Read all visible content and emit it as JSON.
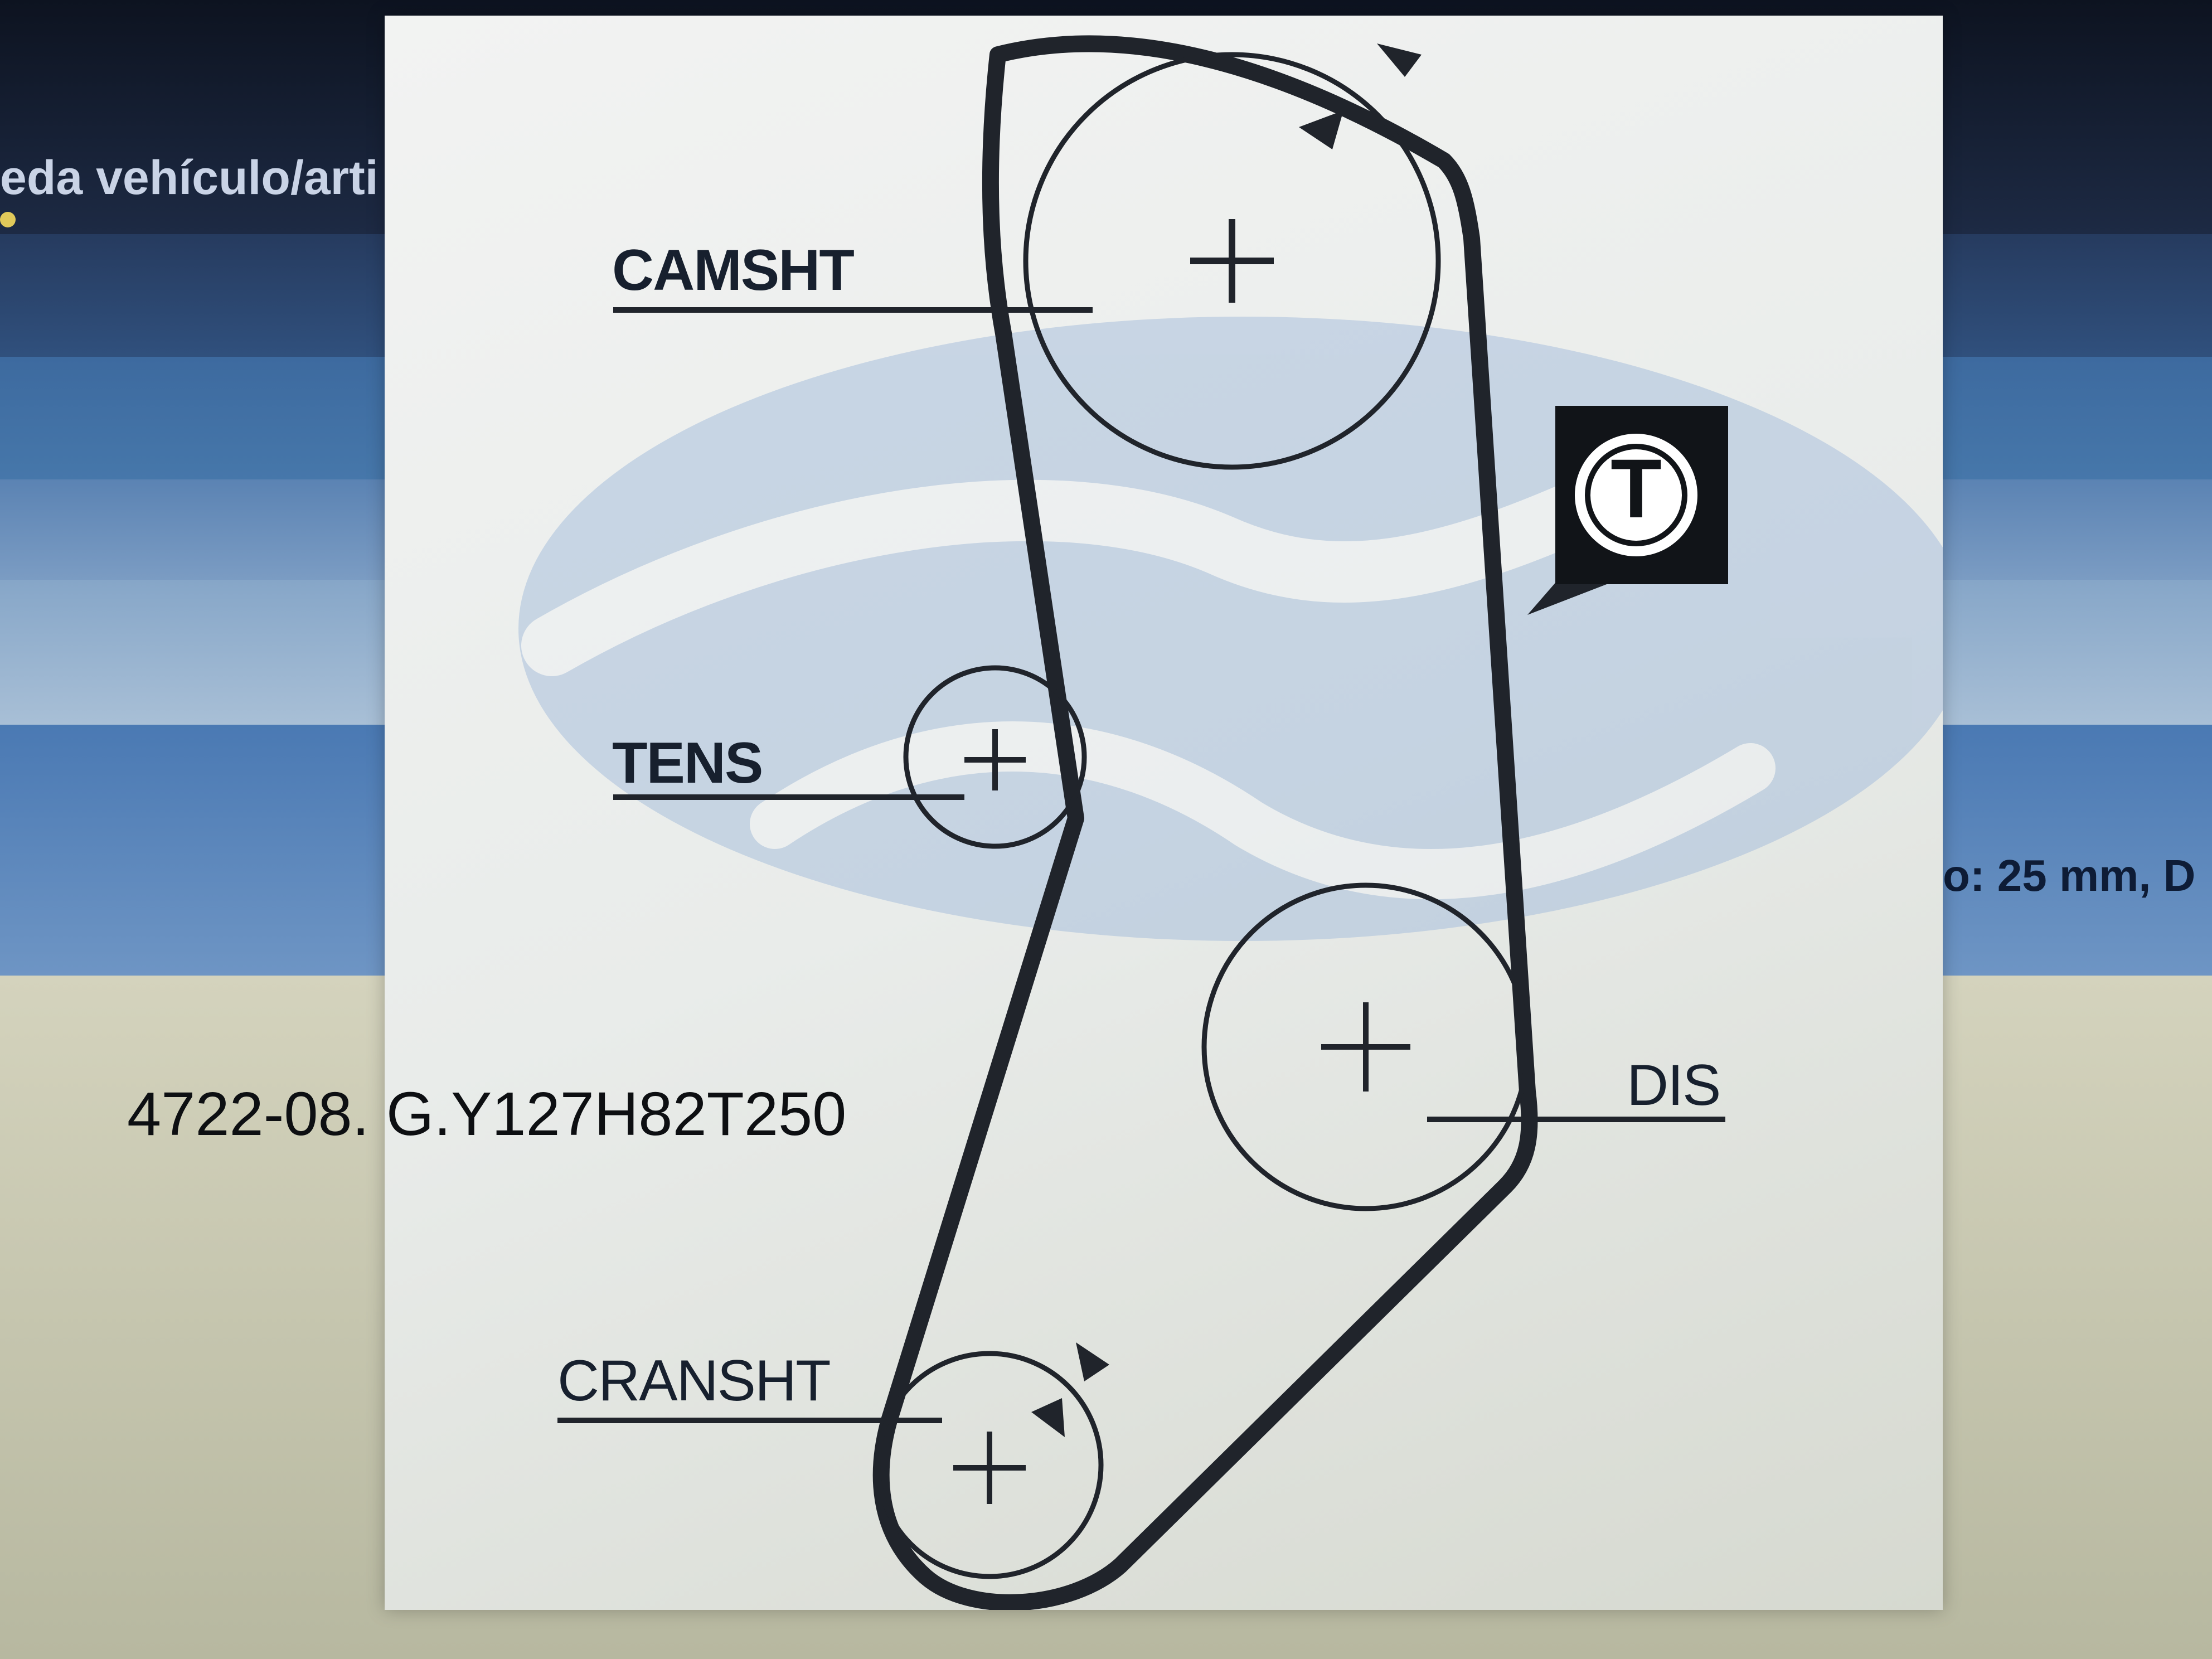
{
  "background": {
    "left_text": "eda vehículo/arti",
    "right_text": "o: 25 mm, D"
  },
  "diagram": {
    "labels": {
      "camshaft": "CAMSHT",
      "tensioner": "TENS",
      "distributor": "DIS",
      "crankshaft": "CRANSHT"
    },
    "tensioner_badge": "T",
    "part_code": "4722-08. G.Y127H82T250"
  },
  "colors": {
    "belt": "#20242b",
    "panel": "#eef0ee",
    "logo_watermark": "#a9c0dc"
  }
}
